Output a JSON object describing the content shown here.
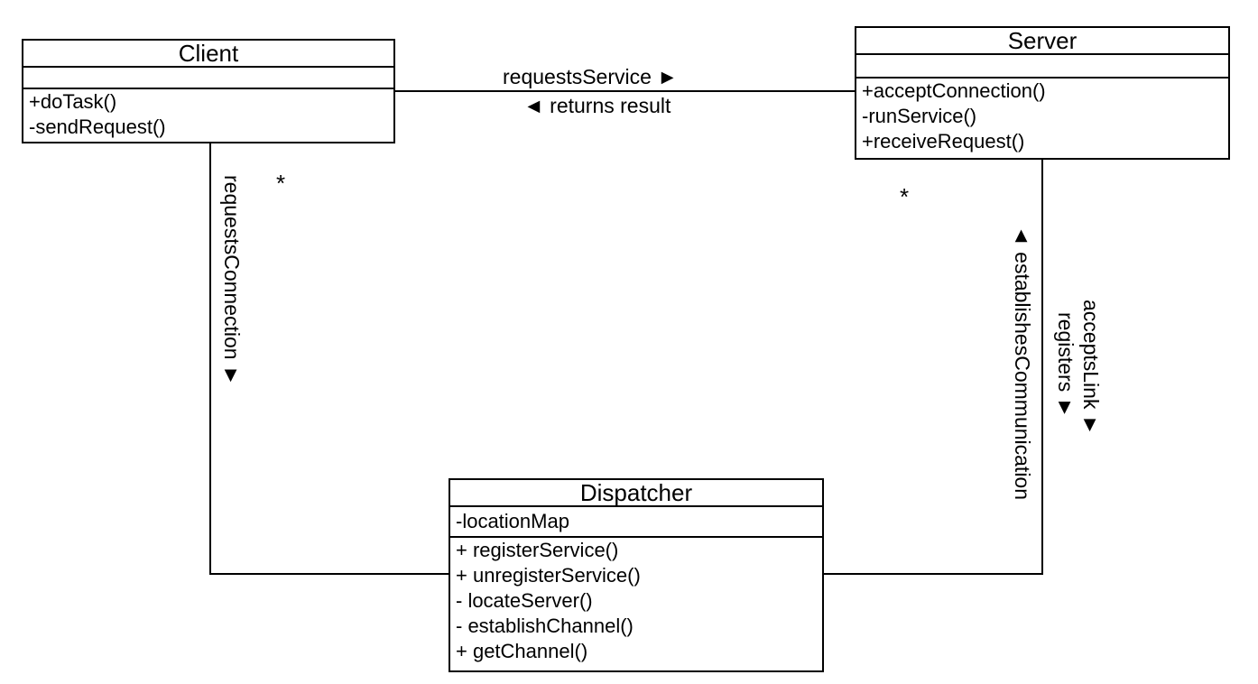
{
  "classes": {
    "client": {
      "name": "Client",
      "attributes": [],
      "operations": [
        "+doTask()",
        "-sendRequest()"
      ]
    },
    "server": {
      "name": "Server",
      "attributes": [],
      "operations": [
        "+acceptConnection()",
        "-runService()",
        "+receiveRequest()"
      ]
    },
    "dispatcher": {
      "name": "Dispatcher",
      "attributes": [
        "-locationMap"
      ],
      "operations": [
        "+ registerService()",
        "+ unregisterService()",
        "- locateServer()",
        "- establishChannel()",
        "+ getChannel()"
      ]
    }
  },
  "associations": {
    "client_server": {
      "label_forward": "requestsService ►",
      "label_backward": "◄ returns result"
    },
    "client_dispatcher": {
      "label": "requestsConnection ►",
      "multiplicity": "*"
    },
    "server_dispatcher": {
      "label_establishes": "◄ establishesCommunication",
      "label_accepts": "acceptsLink ►",
      "label_registers": "registers ►",
      "multiplicity": "*"
    }
  }
}
